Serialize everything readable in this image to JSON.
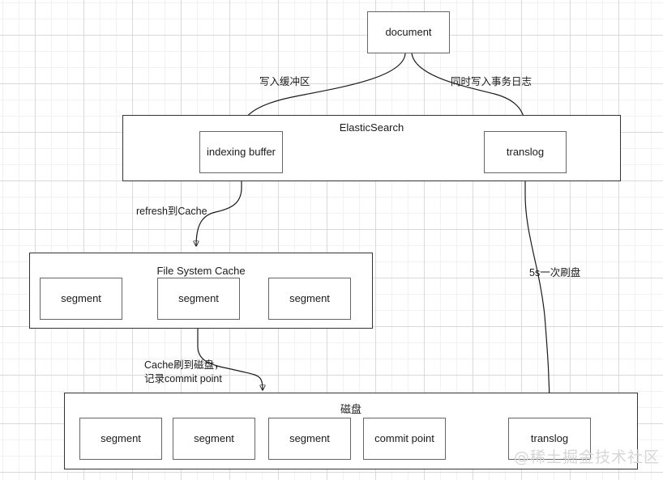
{
  "diagram": {
    "title_node": {
      "label": "document"
    },
    "edges": [
      {
        "name": "document-to-indexing-buffer",
        "label": "写入缓冲区"
      },
      {
        "name": "document-to-translog",
        "label": "同时写入事务日志"
      },
      {
        "name": "indexing-buffer-to-cache",
        "label": "refresh到Cache"
      },
      {
        "name": "cache-to-disk",
        "label_line1": "Cache刷到磁盘，",
        "label_line2": "记录commit point"
      },
      {
        "name": "translog-to-disk-translog",
        "label": "5s一次刷盘"
      }
    ],
    "elasticsearch": {
      "title": "ElasticSearch",
      "indexing_buffer": "indexing buffer",
      "translog": "translog"
    },
    "file_system_cache": {
      "title": "File System Cache",
      "segments": [
        "segment",
        "segment",
        "segment"
      ]
    },
    "disk": {
      "title": "磁盘",
      "items": [
        "segment",
        "segment",
        "segment",
        "commit point"
      ],
      "translog": "translog"
    },
    "watermark": "@稀土掘金技术社区",
    "colors": {
      "node_border": "#666666",
      "container_border": "#333333",
      "link": "#1a1a1a",
      "grid_minor": "#f2f2f2",
      "grid_major": "#d9d9d9",
      "watermark": "#d6d6d6"
    }
  }
}
